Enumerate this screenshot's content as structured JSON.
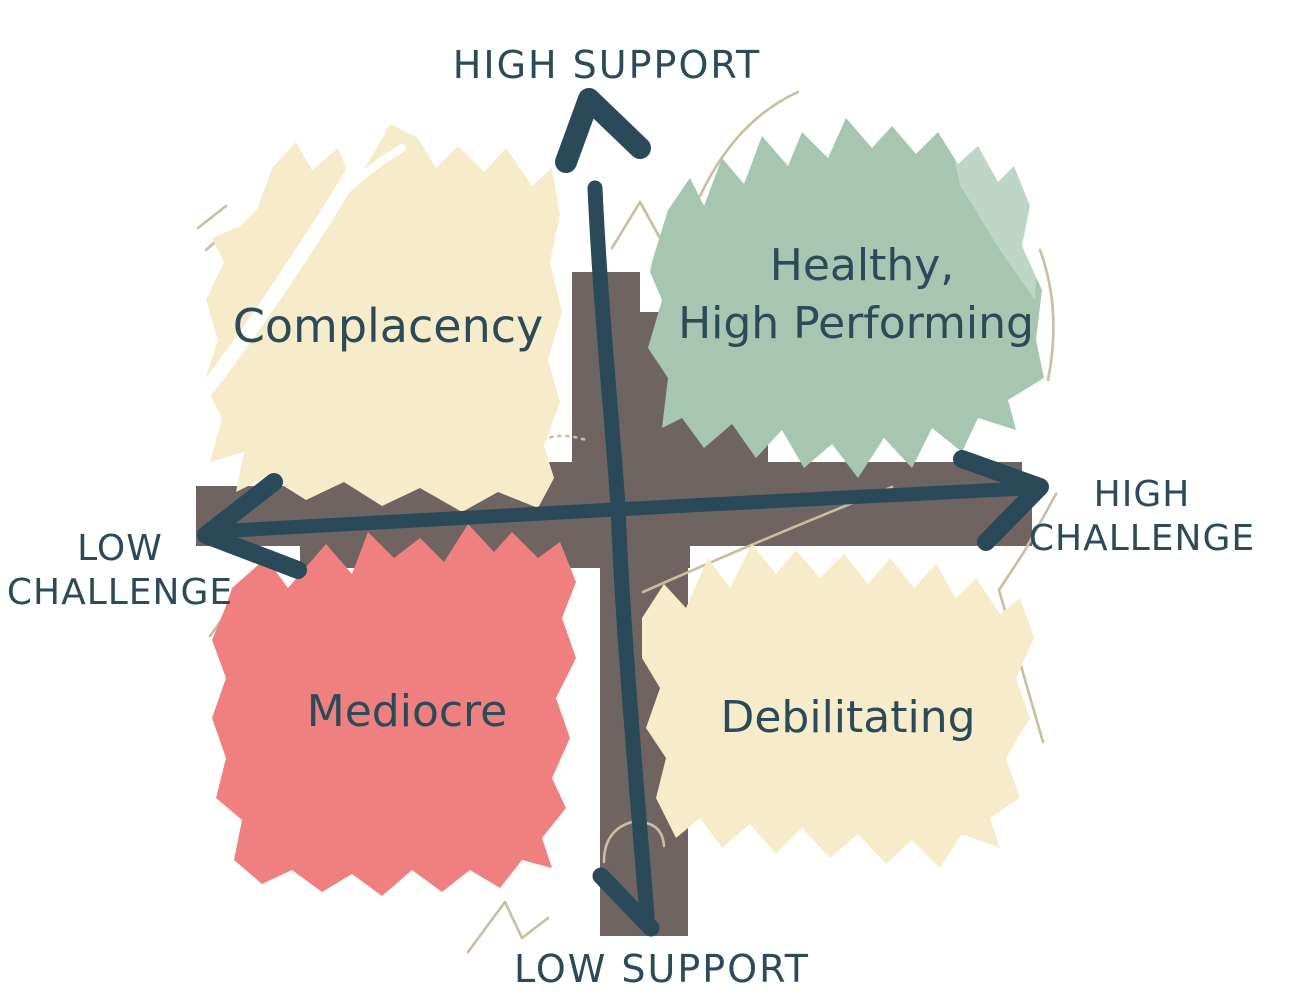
{
  "diagram": {
    "type": "quadrant-matrix",
    "axis_labels": {
      "top": "HIGH SUPPORT",
      "bottom": "LOW SUPPORT",
      "left_line1": "LOW",
      "left_line2": "CHALLENGE",
      "right_line1": "HIGH",
      "right_line2": "CHALLENGE"
    },
    "quadrants": {
      "top_left": {
        "label": "Complacency",
        "color": "#f7ecca"
      },
      "top_right": {
        "label_line1": "Healthy,",
        "label_line2": "High Performing",
        "color": "#a6c6b2"
      },
      "bottom_left": {
        "label": "Mediocre",
        "color": "#f08080"
      },
      "bottom_right": {
        "label": "Debilitating",
        "color": "#f7ecca"
      }
    },
    "colors": {
      "axis_and_text": "#2a4a59",
      "shadow_cross": "#6f6461",
      "pencil_scribble": "#c9bda2",
      "highlight_stroke": "#ffffff",
      "background": "#ffffff"
    }
  }
}
